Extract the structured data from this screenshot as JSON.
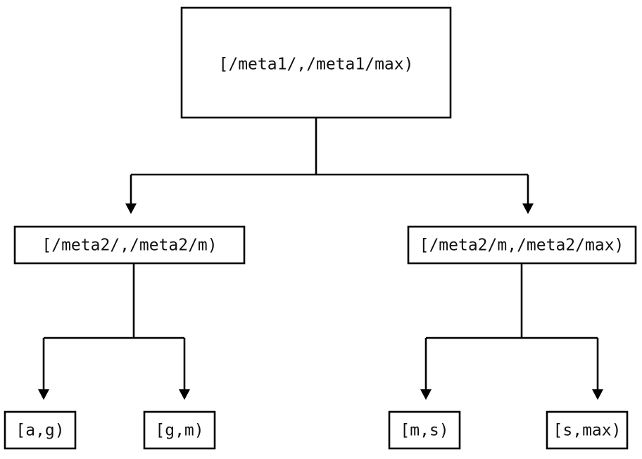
{
  "diagram": {
    "title": "interval-range-partition-tree",
    "type": "tree",
    "background_color": "#ffffff",
    "line_color": "#000000",
    "text_color": "#111111",
    "nodes": {
      "root": {
        "label": "[/meta1/,/meta1/max)",
        "level": 0
      },
      "mid_left": {
        "label": "[/meta2/,/meta2/m)",
        "level": 1
      },
      "mid_right": {
        "label": "[/meta2/m,/meta2/max)",
        "level": 1
      },
      "leaf_1": {
        "label": "[a,g)",
        "level": 2
      },
      "leaf_2": {
        "label": "[g,m)",
        "level": 2
      },
      "leaf_3": {
        "label": "[m,s)",
        "level": 2
      },
      "leaf_4": {
        "label": "[s,max)",
        "level": 2
      }
    },
    "edges": [
      {
        "from": "root",
        "to": "mid_left",
        "arrow": "down-triangle"
      },
      {
        "from": "root",
        "to": "mid_right",
        "arrow": "down-triangle"
      },
      {
        "from": "mid_left",
        "to": "leaf_1",
        "arrow": "down-triangle"
      },
      {
        "from": "mid_left",
        "to": "leaf_2",
        "arrow": "down-triangle"
      },
      {
        "from": "mid_right",
        "to": "leaf_3",
        "arrow": "down-triangle"
      },
      {
        "from": "mid_right",
        "to": "leaf_4",
        "arrow": "down-triangle"
      }
    ]
  }
}
